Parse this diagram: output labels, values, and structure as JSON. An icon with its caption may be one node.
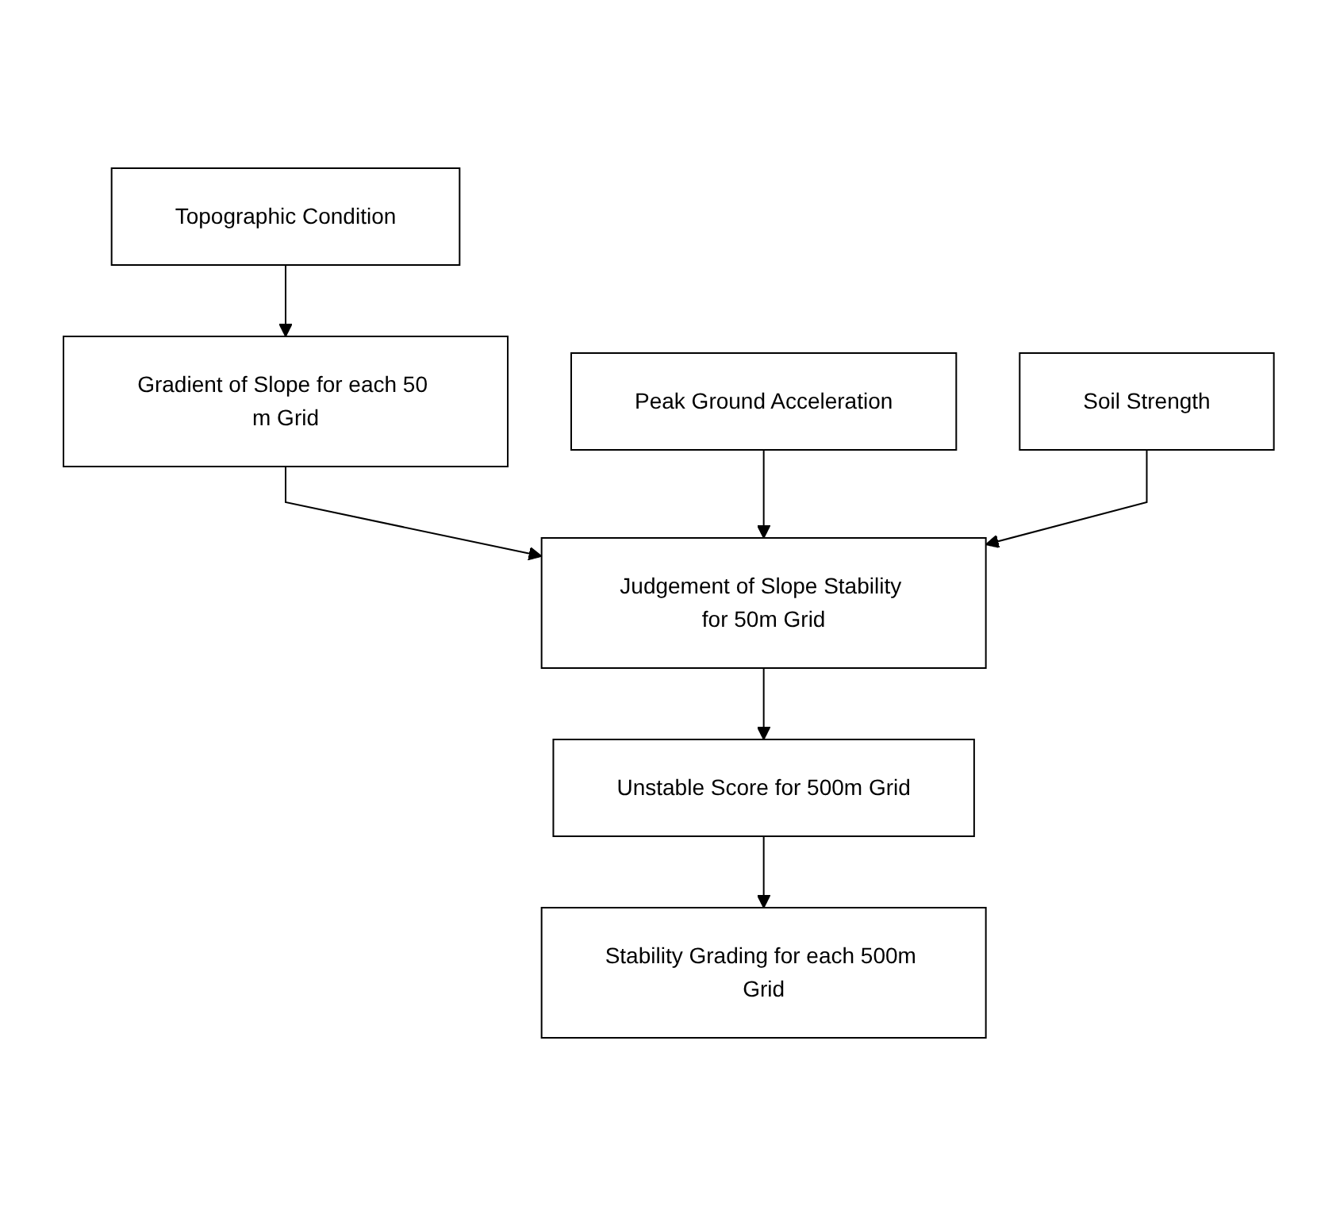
{
  "diagram": {
    "nodes": [
      {
        "text": [
          "Topographic Condition"
        ]
      },
      {
        "text": [
          "Gradient of Slope for each 50 m Grid"
        ]
      },
      {
        "text": [
          "Peak Ground Acceleration"
        ]
      },
      {
        "text": [
          "Soil Strength"
        ]
      },
      {
        "text": [
          "Judgement of Slope Stability for 50m Grid"
        ]
      },
      {
        "text": [
          "Unstable Score for 500m Grid"
        ]
      },
      {
        "text": [
          "Stability Grading for each 500m Grid"
        ]
      }
    ],
    "edges": [
      {
        "from": 0,
        "to": 1,
        "arrow": "to"
      },
      {
        "from": 1,
        "to": 4,
        "arrow": "to"
      },
      {
        "from": 2,
        "to": 4,
        "arrow": "to"
      },
      {
        "from": 3,
        "to": 4,
        "arrow": "to"
      },
      {
        "from": 4,
        "to": 5,
        "arrow": "to"
      },
      {
        "from": 5,
        "to": 6,
        "arrow": "to"
      }
    ]
  }
}
